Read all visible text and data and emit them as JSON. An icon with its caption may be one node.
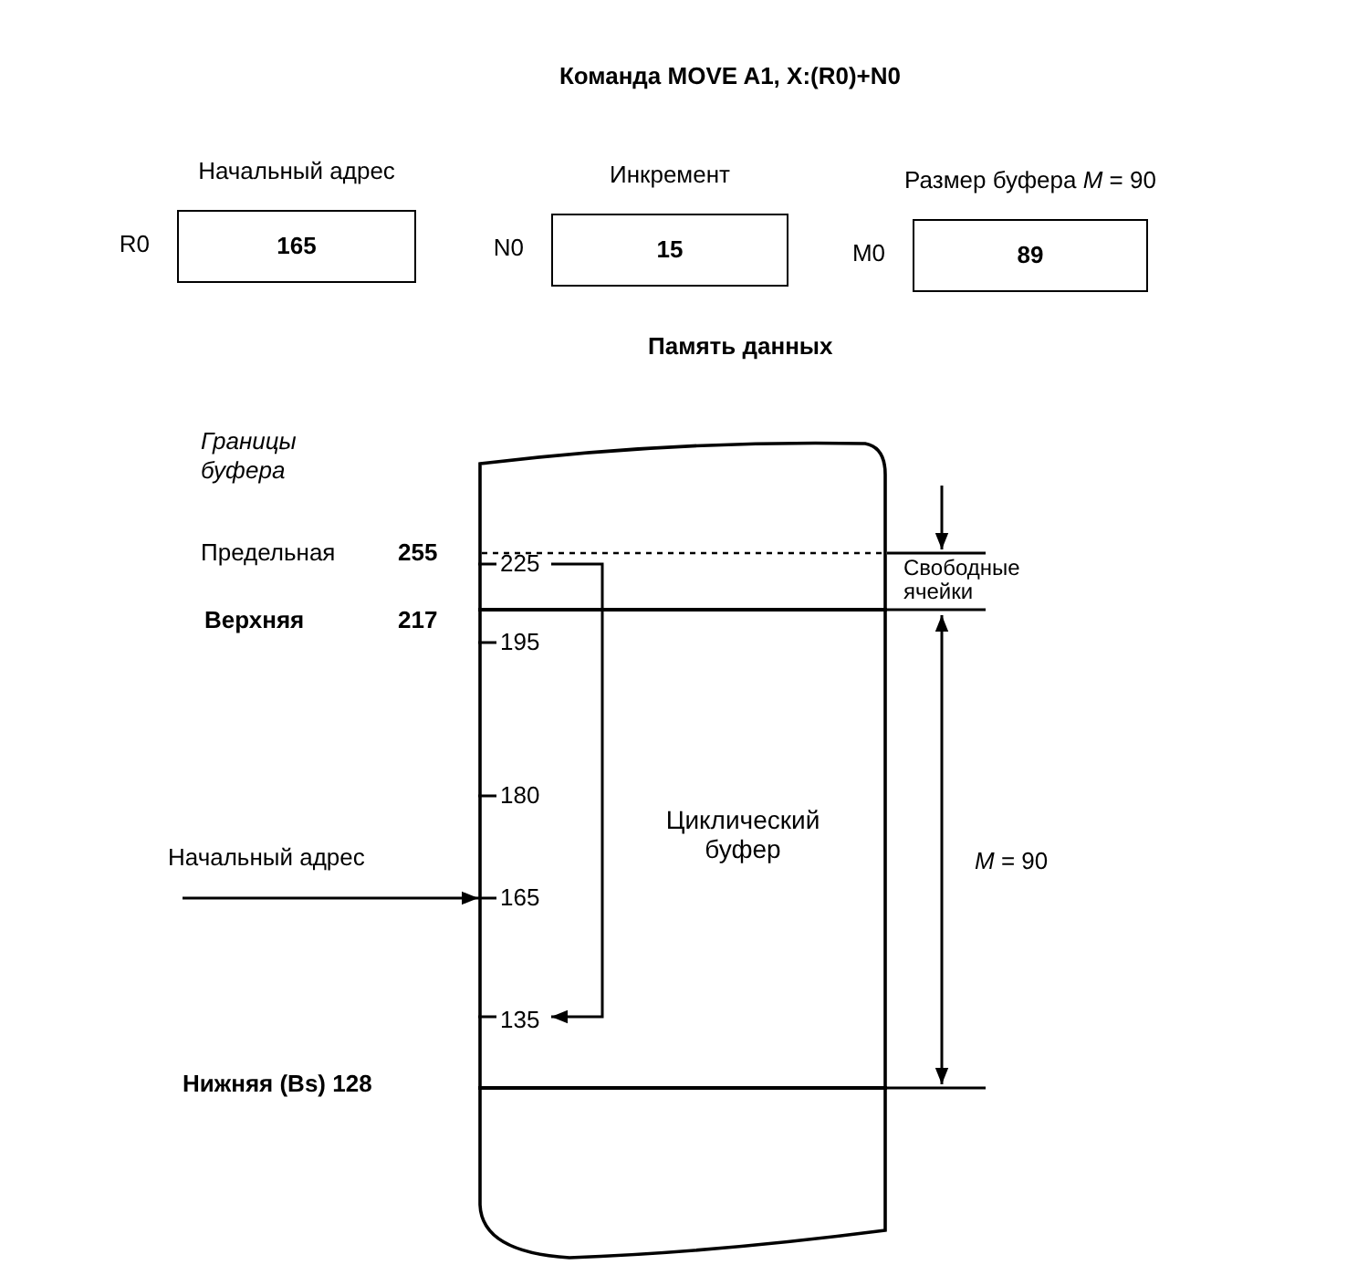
{
  "diagram": {
    "title": "Команда MOVE A1, X:(R0)+N0",
    "nodes": [
      {
        "text": [
          "Начальный адрес",
          "165"
        ],
        "beside": [
          "R0"
        ]
      },
      {
        "text": [
          "Инкремент",
          "15"
        ],
        "beside": [
          "N0"
        ]
      },
      {
        "text": [
          "Размер буфера *M* = 90",
          "89"
        ],
        "beside": [
          "M0"
        ]
      },
      {
        "text": [],
        "shape": "cylinder"
      },
      {
        "text": [
          "Циклический буфер"
        ],
        "in": 3
      },
      {
        "text": [
          "Начальный адрес"
        ]
      },
      {
        "text": [
          "225"
        ],
        "in": 3
      },
      {
        "text": [
          "135"
        ],
        "in": 4
      }
    ],
    "edges": [
      {
        "from": 5,
        "to": 4,
        "arrow": "to"
      },
      {
        "from": 6,
        "to": 7,
        "arrow": "to"
      }
    ],
    "labels": [
      "Память данных",
      "Границы буфера",
      "Предельная",
      "255",
      "Свободные ячейки",
      "Верхняя",
      "217",
      "195",
      "180",
      "*M* = 90",
      "165",
      "Нижняя (Bs) 128"
    ]
  }
}
